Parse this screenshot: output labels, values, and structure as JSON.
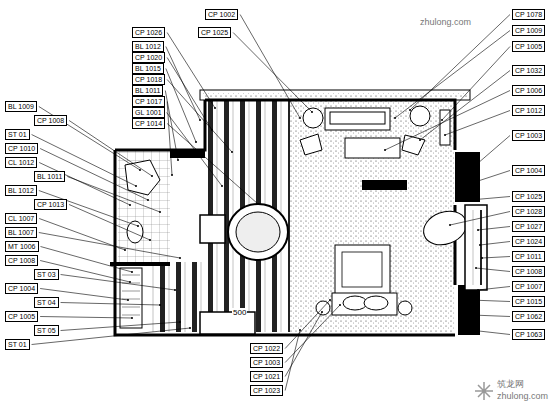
{
  "diagram": {
    "labels": [
      "CP 1002",
      "CP 1025",
      "CP 1026",
      "BL 1012",
      "CP 1020",
      "BL 1015",
      "CP 1018",
      "BL 1011",
      "CP 1017",
      "GL 1001",
      "CP 1014",
      "BL 1009",
      "CP 1008",
      "ST 01",
      "CP 1010",
      "CL 1012",
      "BL 1011",
      "BL 1012",
      "CP 1013",
      "CL 1007",
      "BL 1007",
      "MT 1006",
      "CP 1008",
      "ST 03",
      "CP 1004",
      "ST 04",
      "CP 1005",
      "ST 05",
      "ST 01",
      "CP 1022",
      "CP 1003",
      "CP 1021",
      "CP 1023",
      "CP 1078",
      "CP 1009",
      "CP 1005",
      "CP 1032",
      "CP 1006",
      "CP 1012",
      "CP 1003",
      "CP 1004",
      "CP 1025",
      "CP 1028",
      "CP 1027",
      "CP 1024",
      "CP 1011",
      "CP 1008",
      "CP 1007",
      "CP 1015",
      "CP 1062",
      "CP 1063",
      "500",
      "zhulong.com",
      "筑龙网",
      "zhulong.com"
    ]
  }
}
